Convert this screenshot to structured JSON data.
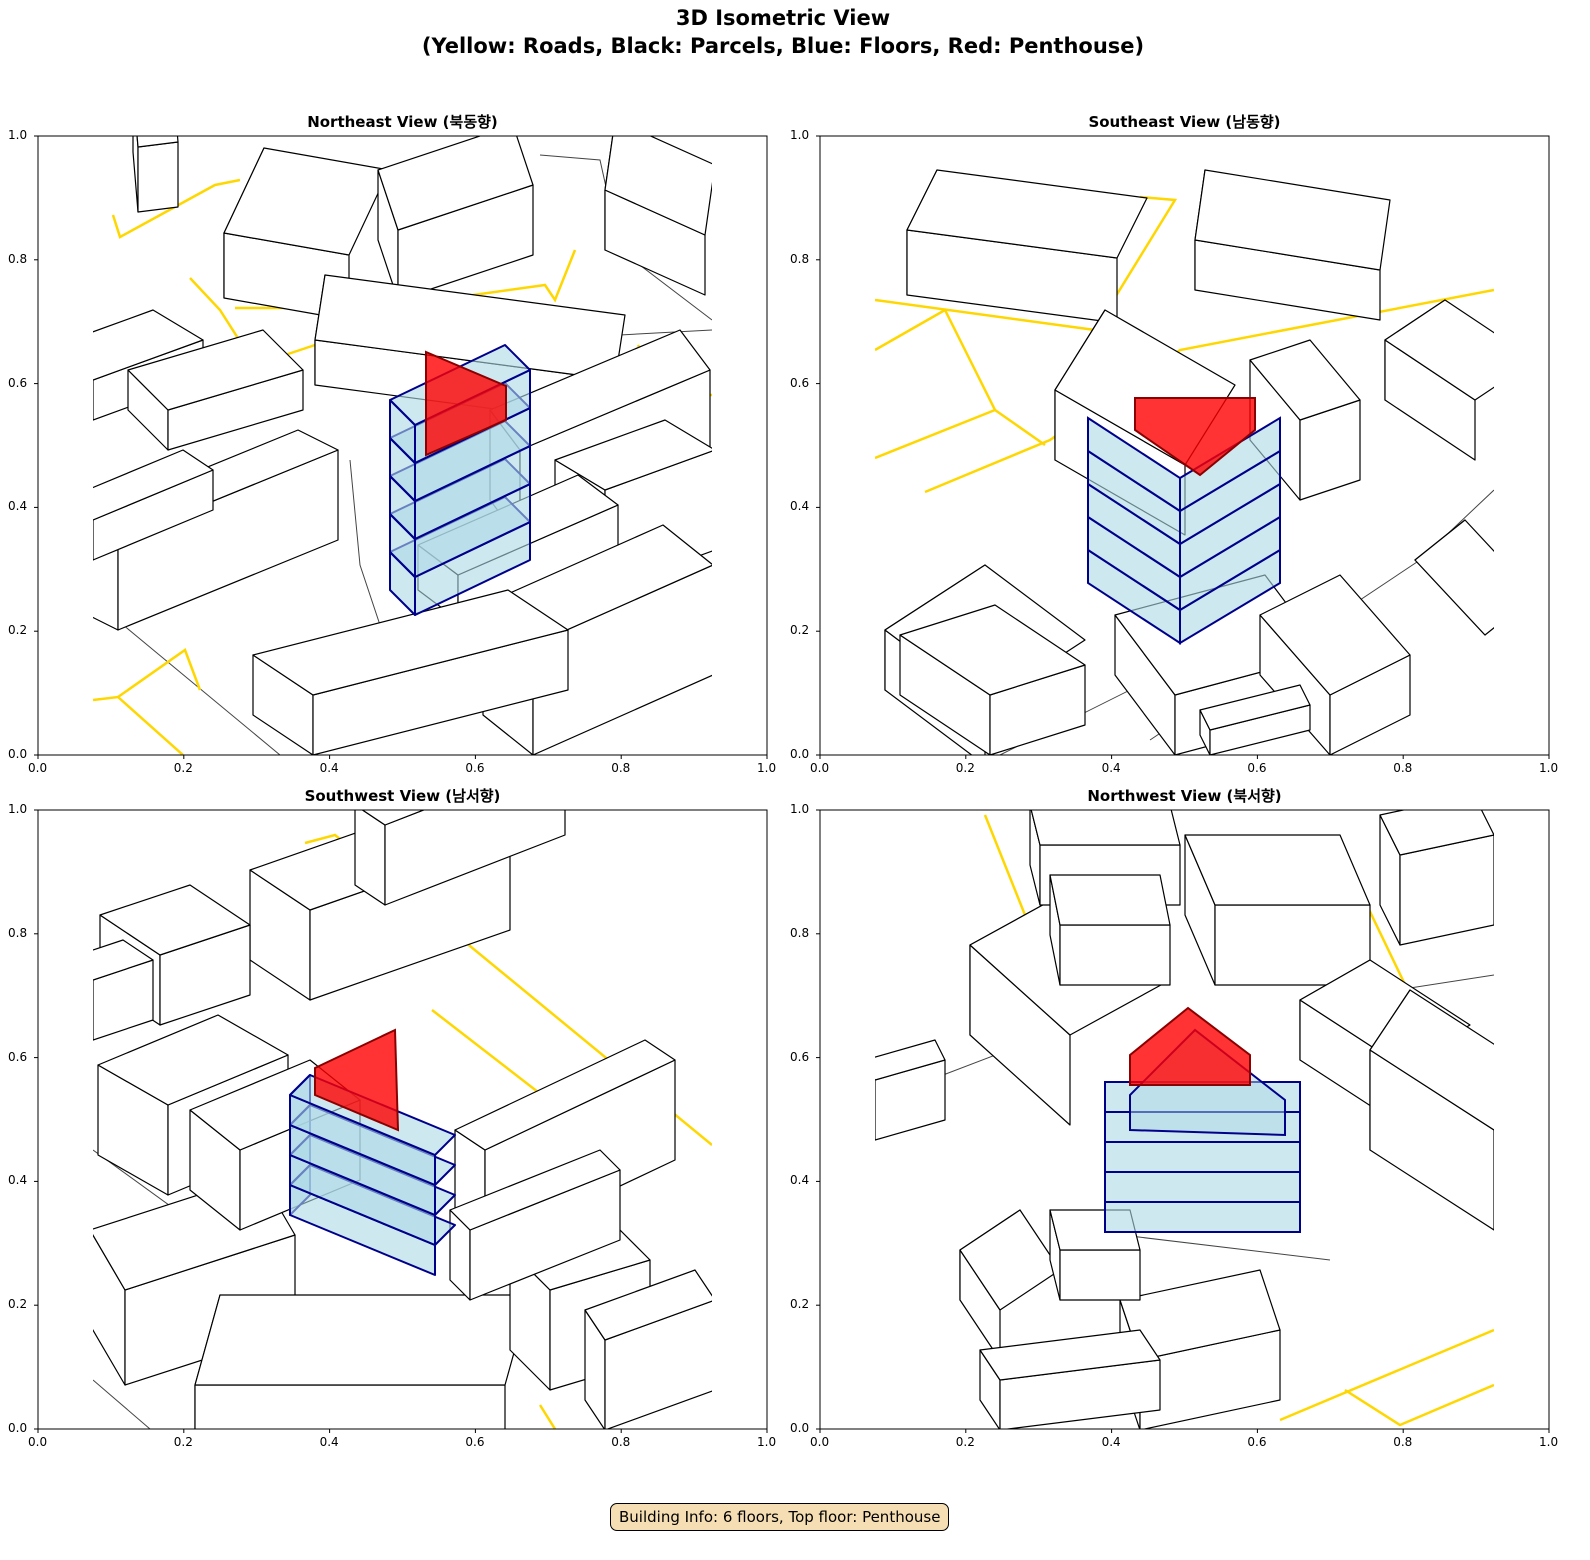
{
  "title_line1": "3D Isometric View",
  "title_line2": "(Yellow: Roads, Black: Parcels, Blue: Floors, Red: Penthouse)",
  "panels": [
    {
      "title": "Northeast View (북동향)"
    },
    {
      "title": "Southeast View (남동향)"
    },
    {
      "title": "Southwest View (남서향)"
    },
    {
      "title": "Northwest View (북서향)"
    }
  ],
  "ticks": [
    "0.0",
    "0.2",
    "0.4",
    "0.6",
    "0.8",
    "1.0"
  ],
  "info": "Building Info: 6 floors, Top floor: Penthouse",
  "colors": {
    "road": "#ffd700",
    "parcel": "#000000",
    "floor_fill": "#add8e6",
    "floor_edge": "#00008b",
    "penthouse": "#ff0000"
  }
}
